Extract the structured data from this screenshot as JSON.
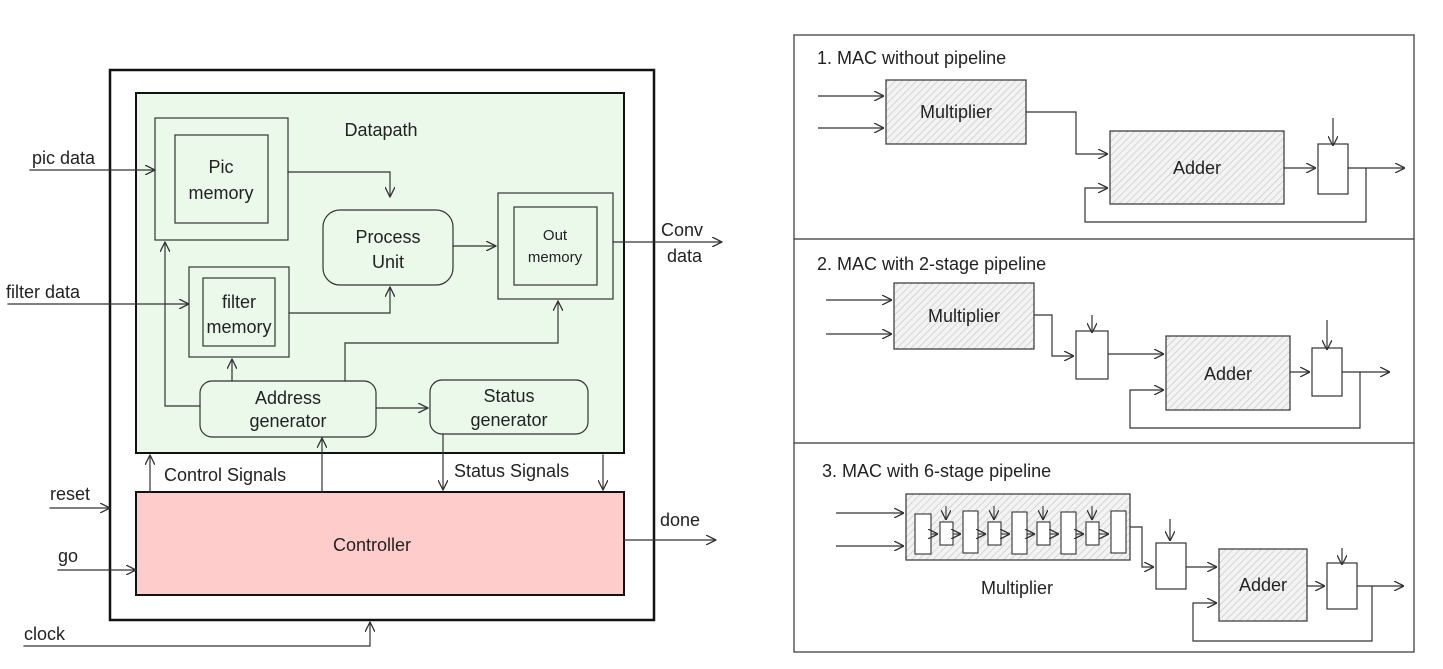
{
  "block_diagram": {
    "datapath_title": "Datapath",
    "pic_memory": [
      "Pic",
      "memory"
    ],
    "filter_memory": [
      "filter",
      "memory"
    ],
    "process_unit": [
      "Process",
      "Unit"
    ],
    "out_memory": [
      "Out",
      "memory"
    ],
    "address_generator": [
      "Address",
      "generator"
    ],
    "status_generator": [
      "Status",
      "generator"
    ],
    "controller": "Controller",
    "control_signals": "Control Signals",
    "status_signals": "Status Signals",
    "inputs": {
      "pic_data": "pic data",
      "filter_data": "filter data",
      "reset": "reset",
      "go": "go",
      "clock": "clock"
    },
    "outputs": {
      "conv": "Conv",
      "data": "data",
      "done": "done"
    },
    "colors": {
      "datapath_fill": "#eaf9ea",
      "controller_fill": "#ffcccc"
    }
  },
  "mac_panels": [
    {
      "title": "1. MAC without pipeline",
      "multiplier": "Multiplier",
      "adder": "Adder"
    },
    {
      "title": "2. MAC with 2-stage pipeline",
      "multiplier": "Multiplier",
      "adder": "Adder"
    },
    {
      "title": "3. MAC with 6-stage pipeline",
      "multiplier": "Multiplier",
      "adder": "Adder"
    }
  ]
}
